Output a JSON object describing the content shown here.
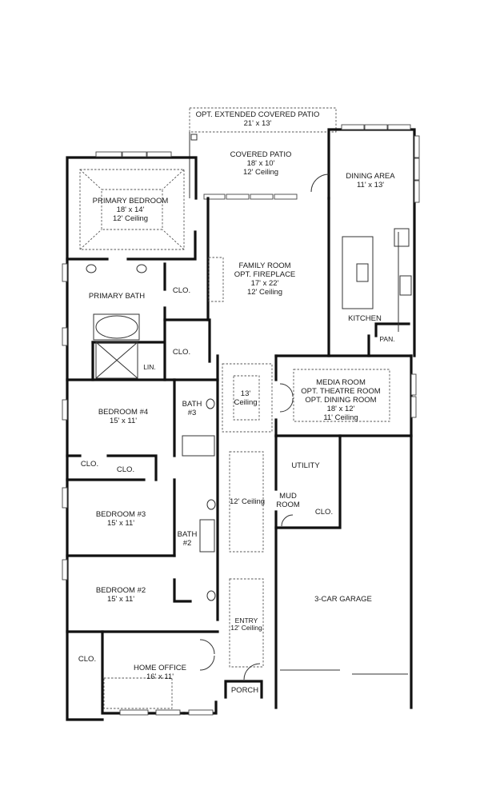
{
  "plan": {
    "rooms": [
      {
        "id": "opt-extended-covered-patio",
        "lines": [
          "OPT. EXTENDED COVERED PATIO",
          "21' x 13'"
        ]
      },
      {
        "id": "covered-patio",
        "lines": [
          "COVERED PATIO",
          "18' x 10'",
          "12' Ceiling"
        ]
      },
      {
        "id": "dining-area",
        "lines": [
          "DINING AREA",
          "11' x 13'"
        ]
      },
      {
        "id": "primary-bedroom",
        "lines": [
          "PRIMARY BEDROOM",
          "18' x 14'",
          "12' Ceiling"
        ]
      },
      {
        "id": "family-room",
        "lines": [
          "FAMILY ROOM",
          "OPT. FIREPLACE",
          "17' x 22'",
          "12' Ceiling"
        ]
      },
      {
        "id": "kitchen",
        "lines": [
          "KITCHEN"
        ]
      },
      {
        "id": "pantry",
        "lines": [
          "PAN."
        ]
      },
      {
        "id": "primary-bath",
        "lines": [
          "PRIMARY BATH"
        ]
      },
      {
        "id": "primary-closet-1",
        "lines": [
          "CLO."
        ]
      },
      {
        "id": "primary-closet-2",
        "lines": [
          "CLO."
        ]
      },
      {
        "id": "linen",
        "lines": [
          "LIN."
        ]
      },
      {
        "id": "gallery",
        "lines": [
          "13'",
          "Ceiling"
        ]
      },
      {
        "id": "media-room",
        "lines": [
          "MEDIA ROOM",
          "OPT. THEATRE ROOM",
          "OPT. DINING ROOM",
          "18' x 12'",
          "11' Ceiling"
        ]
      },
      {
        "id": "bedroom-4",
        "lines": [
          "BEDROOM #4",
          "15' x 11'"
        ]
      },
      {
        "id": "bath-3",
        "lines": [
          "BATH",
          "#3"
        ]
      },
      {
        "id": "bedroom-4-closet-a",
        "lines": [
          "CLO."
        ]
      },
      {
        "id": "bedroom-4-closet-b",
        "lines": [
          "CLO."
        ]
      },
      {
        "id": "hall",
        "lines": [
          "12' Ceiling"
        ]
      },
      {
        "id": "utility",
        "lines": [
          "UTILITY"
        ]
      },
      {
        "id": "mud-room",
        "lines": [
          "MUD",
          "ROOM"
        ]
      },
      {
        "id": "mud-closet",
        "lines": [
          "CLO."
        ]
      },
      {
        "id": "bedroom-3",
        "lines": [
          "BEDROOM #3",
          "15' x 11'"
        ]
      },
      {
        "id": "bath-2",
        "lines": [
          "BATH",
          "#2"
        ]
      },
      {
        "id": "bedroom-2",
        "lines": [
          "BEDROOM #2",
          "15' x 11'"
        ]
      },
      {
        "id": "garage",
        "lines": [
          "3-CAR GARAGE"
        ]
      },
      {
        "id": "entry",
        "lines": [
          "ENTRY",
          "12' Ceiling"
        ]
      },
      {
        "id": "office-closet",
        "lines": [
          "CLO."
        ]
      },
      {
        "id": "home-office",
        "lines": [
          "HOME OFFICE",
          "16' x 11'"
        ]
      },
      {
        "id": "porch",
        "lines": [
          "PORCH"
        ]
      }
    ]
  }
}
